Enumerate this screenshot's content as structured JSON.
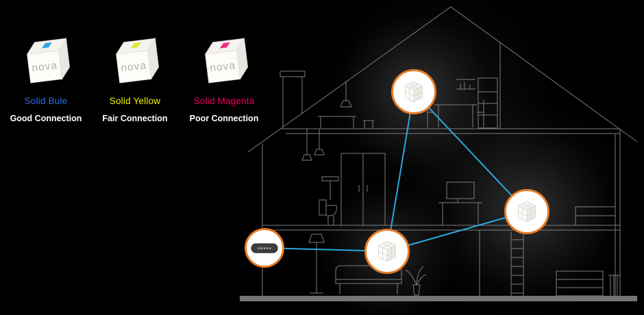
{
  "scene": {
    "background": "#000000"
  },
  "legend": {
    "device_label": "nova",
    "items": [
      {
        "name": "Solid Bule",
        "description": "Good Connection",
        "text_color": "#2e6de5",
        "led_color": "#2da8e8"
      },
      {
        "name": "Solid Yellow",
        "description": "Fair Connection",
        "text_color": "#f4f400",
        "led_color": "#e0e832"
      },
      {
        "name": "Solid Magenta",
        "description": "Poor Connection",
        "text_color": "#e6005c",
        "led_color": "#ee2d88"
      }
    ]
  },
  "diagram": {
    "colors": {
      "link": "#2aa9e0",
      "ring": "#e87c23",
      "wireframe": "#8a8a8a",
      "ground": "#757575"
    },
    "nodes": [
      {
        "id": "modem",
        "type": "modem"
      },
      {
        "id": "nova-attic",
        "type": "nova"
      },
      {
        "id": "nova-middle-right",
        "type": "nova"
      },
      {
        "id": "nova-ground-floor",
        "type": "nova"
      }
    ]
  }
}
